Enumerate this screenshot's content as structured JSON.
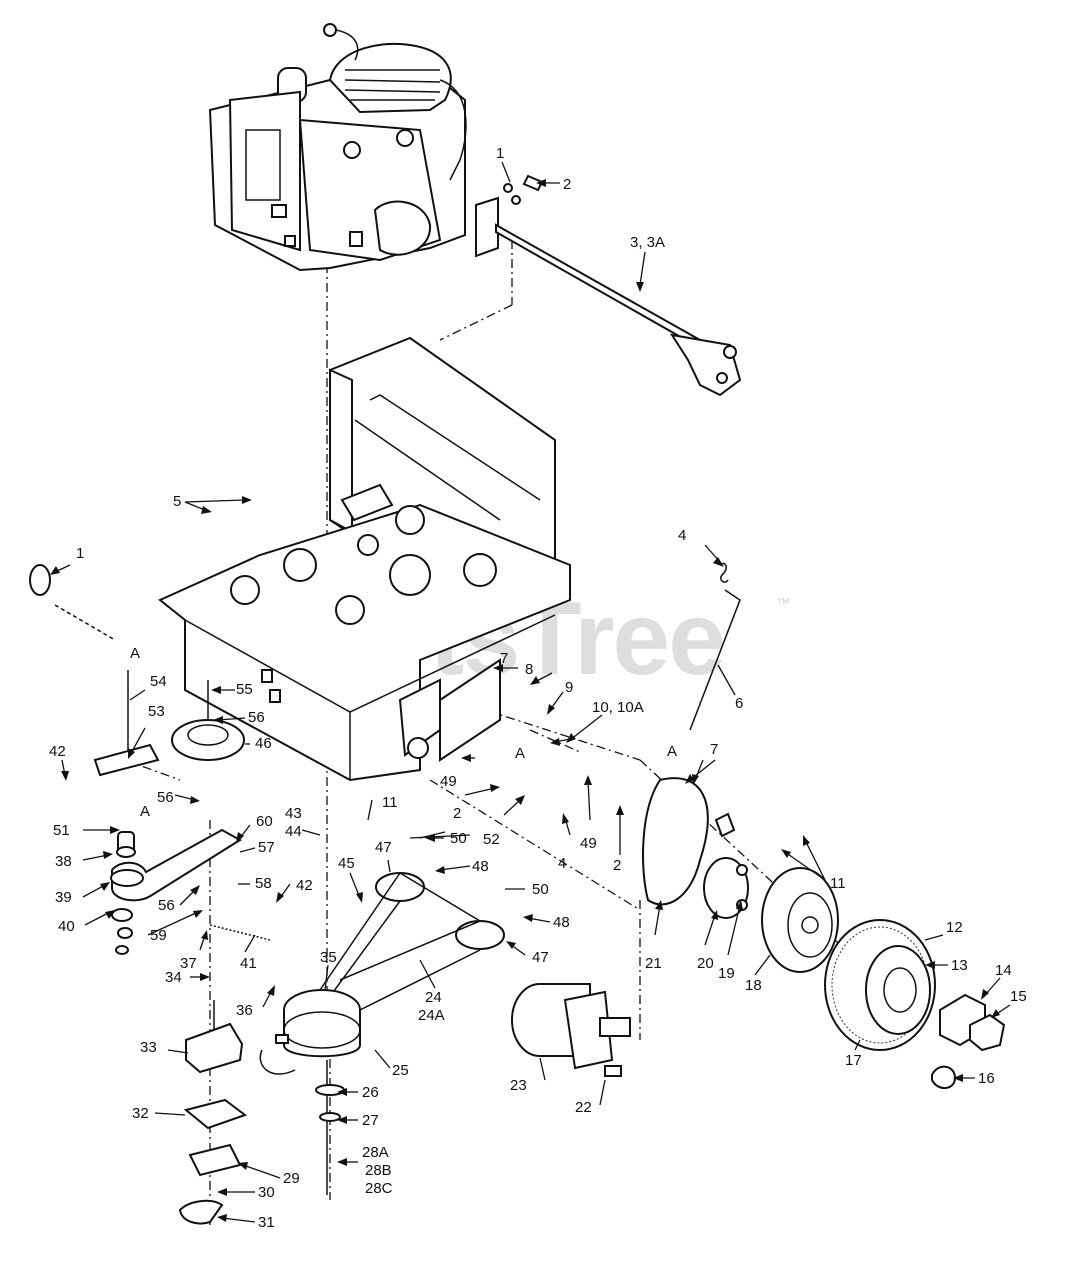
{
  "watermark": {
    "text": "PartsTree",
    "trademark": "™"
  },
  "callouts": {
    "c1_top": "1",
    "c2_top": "2",
    "c3": "3, 3A",
    "c4_right": "4",
    "c6": "6",
    "c7_a": "7",
    "c7_b": "7",
    "c8": "8",
    "c9": "9",
    "c10": "10, 10A",
    "c5": "5",
    "c1_left": "1",
    "cA_chain": "A",
    "c54": "54",
    "c55": "55",
    "c53": "53",
    "c56_a": "56",
    "c46": "46",
    "c42_a": "42",
    "c51": "51",
    "cA_left": "A",
    "c56_b": "56",
    "c38": "38",
    "c60": "60",
    "c57": "57",
    "c39": "39",
    "c58": "58",
    "c56_c": "56",
    "c40": "40",
    "c59": "59",
    "c37": "37",
    "c41": "41",
    "c43": "43",
    "c44": "44",
    "c11_a": "11",
    "c45": "45",
    "c42_b": "42",
    "c47_a": "47",
    "c48_a": "48",
    "c50_a": "50",
    "c50_b": "50",
    "c48_b": "48",
    "c47_b": "47",
    "cA_mid": "A",
    "c49_a": "49",
    "c2_mid": "2",
    "c52": "52",
    "c4_mid": "4",
    "c49_b": "49",
    "c2_b": "2",
    "cA_right": "A",
    "c11_b": "11",
    "c21": "21",
    "c20": "20",
    "c19": "19",
    "c18": "18",
    "c12": "12",
    "c13": "13",
    "c14": "14",
    "c15": "15",
    "c16": "16",
    "c17": "17",
    "c36": "36",
    "c35": "35",
    "c24": "24",
    "c24a": "24A",
    "c34": "34",
    "c33": "33",
    "c25": "25",
    "c23": "23",
    "c22": "22",
    "c26": "26",
    "c27": "27",
    "c32": "32",
    "c28a": "28A",
    "c28b": "28B",
    "c28c": "28C",
    "c29": "29",
    "c30": "30",
    "c31": "31"
  }
}
